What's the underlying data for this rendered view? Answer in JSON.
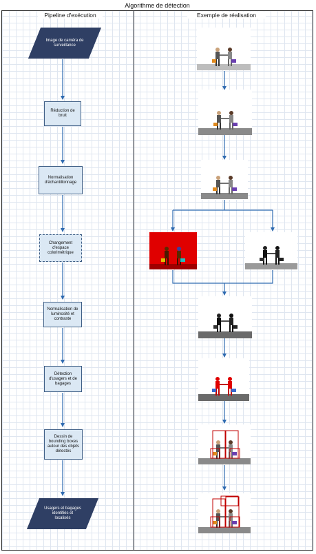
{
  "title": "Algorithme de détection",
  "lanes": {
    "left": "Pipeline d'exécution",
    "right": "Exemple de réalisation"
  },
  "steps": [
    "Image de caméra de surveillance",
    "Réduction de bruit",
    "Normalisation d'échantillonnage",
    "Changement d'espace colorimétrique",
    "Normalisation de luminosité et contraste",
    "Détection d'usagers et de bagages",
    "Dessin de bounding boxes autour des objets détectés",
    "Usagers et bagages identifiés et localisés"
  ],
  "colors": {
    "step_fill": "#dbe8f4",
    "step_border": "#3f5f86",
    "io_fill": "#2f3f64",
    "arrow": "#2e6ab0",
    "grid": "#dfe6f0",
    "highlight_red": "#e00000",
    "box_red": "#c00000"
  }
}
